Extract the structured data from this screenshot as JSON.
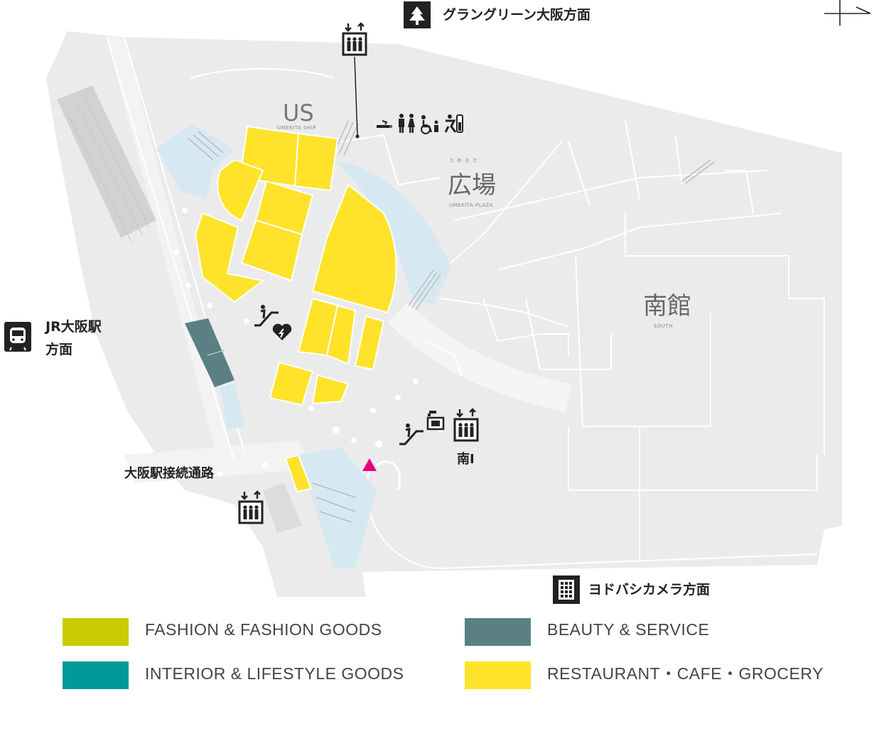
{
  "directions": {
    "grand_green": "グラングリーン大阪方面",
    "jr_line1": "JR大阪駅",
    "jr_line2": "方面",
    "yodobashi": "ヨドバシカメラ方面"
  },
  "areas": {
    "us_logo": "US",
    "us_sub": "UMEKITA SHIP",
    "plaza_kana": "うめきた",
    "plaza": "広場",
    "plaza_sub": "UMEKITA PLAZA",
    "south": "南館",
    "south_sub": "SOUTH"
  },
  "labels": {
    "connect": "大阪駅接続通路",
    "minami1": "南Ⅰ"
  },
  "legend": [
    {
      "label": "FASHION & FASHION GOODS",
      "color": "#c8cc00"
    },
    {
      "label": "BEAUTY & SERVICE",
      "color": "#5a8086"
    },
    {
      "label": "INTERIOR & LIFESTYLE GOODS",
      "color": "#00999a"
    },
    {
      "label": "RESTAURANT・CAFE・GROCERY",
      "color": "#ffe32a"
    }
  ],
  "colors": {
    "ground": "#ebebec",
    "water": "#d6e9f3",
    "restaurant": "#ffe32a",
    "beauty": "#5a8086",
    "marker": "#e6007e",
    "icon": "#222222"
  },
  "icons": [
    "tree-icon",
    "train-icon",
    "building-icon",
    "elevator-icon",
    "escalator-icon",
    "aed-icon",
    "smoking-icon",
    "restroom-icon",
    "accessible-restroom-icon",
    "baby-care-icon",
    "locker-icon",
    "current-location-marker"
  ]
}
